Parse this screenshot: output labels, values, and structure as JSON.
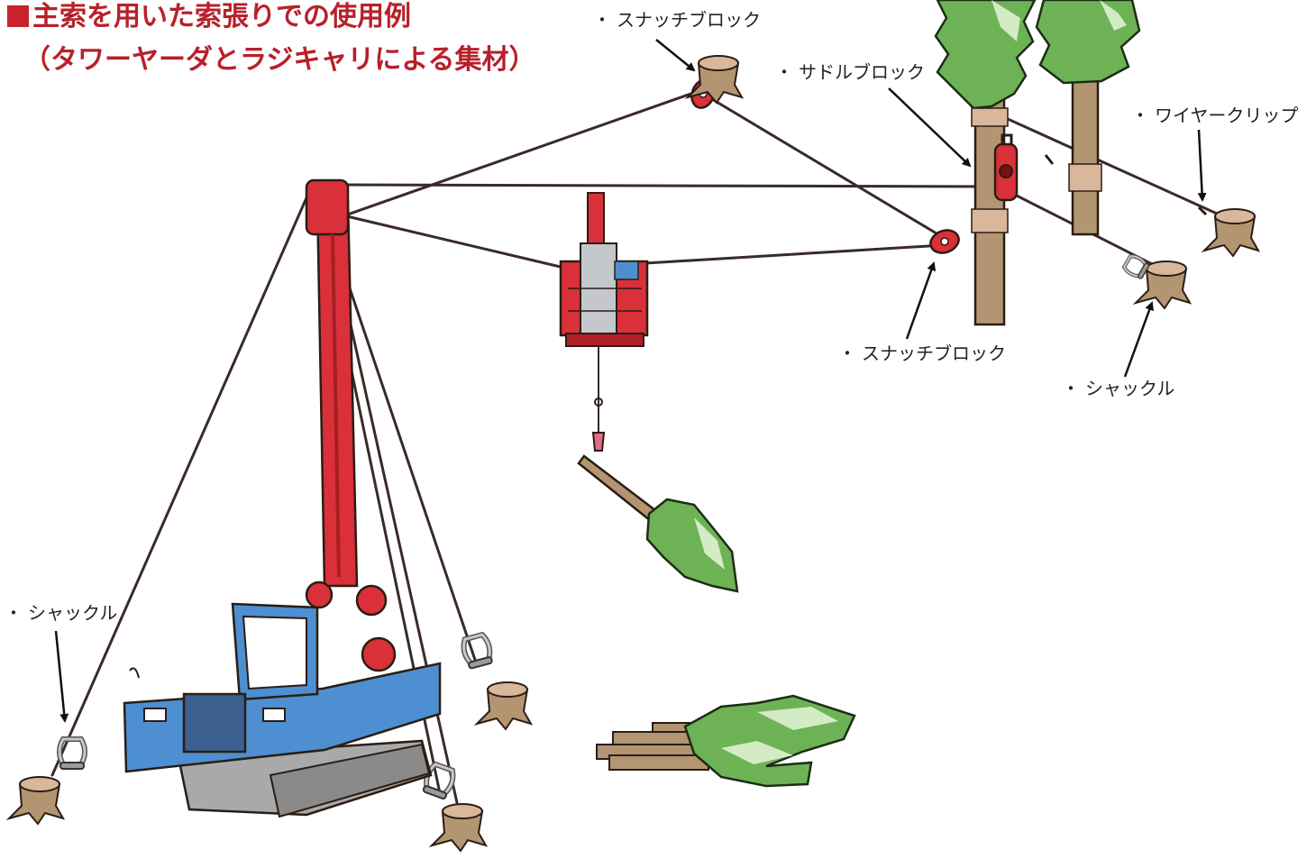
{
  "title": {
    "line1": "主索を用いた索張りでの使用例",
    "line2": "（タワーヤーダとラジキャリによる集材）"
  },
  "labels": {
    "snatch_block_top": "スナッチブロック",
    "saddle_block": "サドルブロック",
    "wire_clip": "ワイヤークリップ",
    "snatch_block_mid": "スナッチブロック",
    "shackle_right": "シャックル",
    "shackle_left": "シャックル"
  },
  "bullet": "・",
  "colors": {
    "title_red": "#b8202a",
    "crane_red": "#d9303a",
    "machine_blue": "#4d8fd0",
    "track_gray": "#a9a9a9",
    "trunk_brown": "#b39572",
    "foliage_green": "#6db356",
    "foliage_light": "#d3ecc5",
    "wire_dark": "#3a2a2a",
    "stump_top": "#d8b79a"
  },
  "icons": {
    "block": "pulley-block-icon",
    "shackle": "shackle-icon",
    "stump": "tree-stump-icon",
    "carriage": "radio-carriage-icon",
    "tower_yarder": "tower-yarder-icon"
  }
}
